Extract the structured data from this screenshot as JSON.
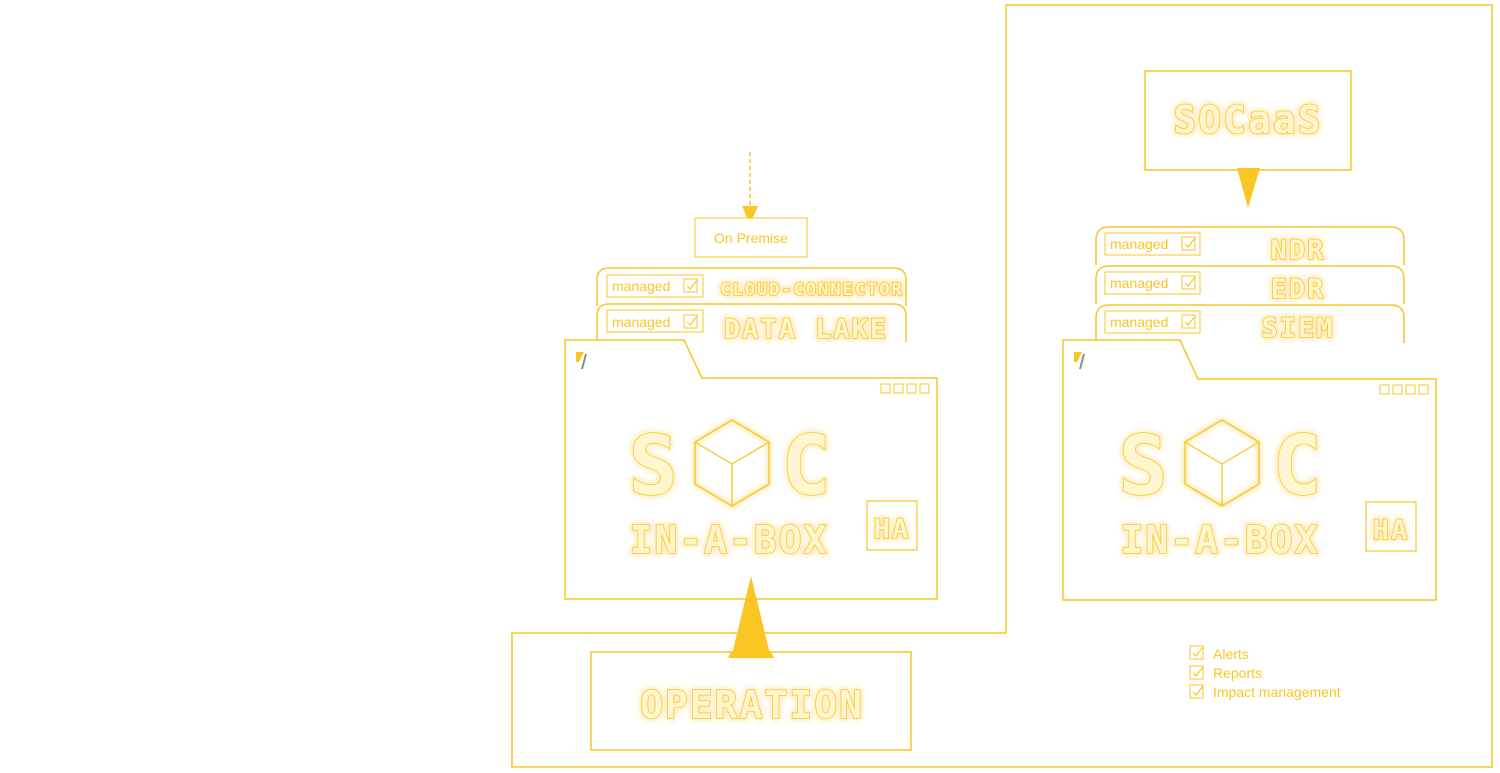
{
  "accent_color": "#f9c623",
  "on_premise": {
    "label": "On Premise"
  },
  "left_stack": {
    "tabs": [
      {
        "managed": "managed",
        "name": "CLOUD-CONNECTOR"
      },
      {
        "managed": "managed",
        "name": "DATA LAKE"
      }
    ],
    "soc_top_left": "S",
    "soc_top_right": "C",
    "soc_bottom": "IN-A-BOX",
    "ha_badge": "HA"
  },
  "operation": {
    "label": "OPERATION"
  },
  "socaas": {
    "label": "SOCaaS"
  },
  "right_stack": {
    "tabs": [
      {
        "managed": "managed",
        "name": "NDR"
      },
      {
        "managed": "managed",
        "name": "EDR"
      },
      {
        "managed": "managed",
        "name": "SIEM"
      }
    ],
    "soc_top_left": "S",
    "soc_top_right": "C",
    "soc_bottom": "IN-A-BOX",
    "ha_badge": "HA"
  },
  "features": [
    "Alerts",
    "Reports",
    "Impact management"
  ],
  "icons": [
    "checkbox-icon",
    "folder-logo-icon",
    "window-controls-icon",
    "cube-icon",
    "arrow-down-icon",
    "arrow-up-icon"
  ]
}
